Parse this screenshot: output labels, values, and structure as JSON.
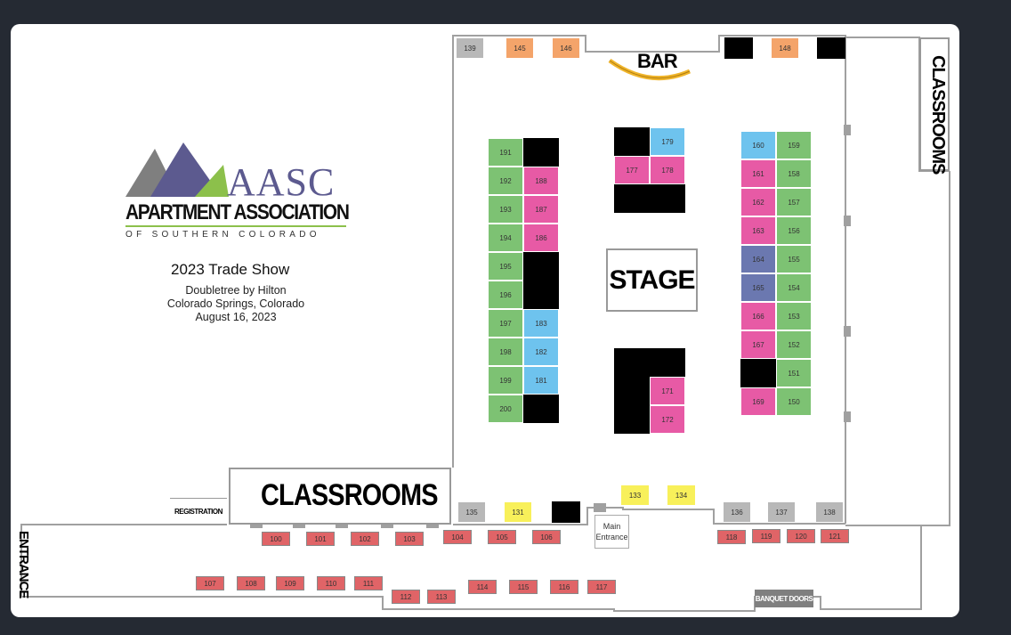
{
  "header": {
    "org_short": "AASC",
    "org_name": "APARTMENT ASSOCIATION",
    "org_region": "OF SOUTHERN COLORADO",
    "event_title": "2023 Trade Show",
    "venue": "Doubletree by Hilton",
    "city": "Colorado Springs, Colorado",
    "date": "August 16, 2023"
  },
  "labels": {
    "stage": "STAGE",
    "bar": "BAR",
    "classrooms_main": "CLASSROOMS",
    "classrooms_side": "CLASSROOMS",
    "registration": "REGISTRATION",
    "entrance": "ENTRANCE",
    "main_entrance_line1": "Main",
    "main_entrance_line2": "Entrance",
    "banquet_doors": "BANQUET DOORS"
  },
  "colors": {
    "green": "#7dc273",
    "pink": "#e75aa5",
    "blue": "#6ec3ee",
    "slate": "#6b78b0",
    "black": "#000000",
    "gray": "#b8b8b8",
    "orange": "#f4a46a",
    "yellow": "#f8f05a",
    "red": "#e06467",
    "wall": "#a0a0a0",
    "bar_curve": "#f0b52b"
  },
  "booths": [
    {
      "id": "139",
      "color": "gray"
    },
    {
      "id": "145",
      "color": "orange"
    },
    {
      "id": "146",
      "color": "orange"
    },
    {
      "id": "",
      "color": "black"
    },
    {
      "id": "148",
      "color": "orange"
    },
    {
      "id": "",
      "color": "black"
    },
    {
      "id": "191",
      "color": "green"
    },
    {
      "id": "",
      "color": "black"
    },
    {
      "id": "192",
      "color": "green"
    },
    {
      "id": "188",
      "color": "pink"
    },
    {
      "id": "193",
      "color": "green"
    },
    {
      "id": "187",
      "color": "pink"
    },
    {
      "id": "194",
      "color": "green"
    },
    {
      "id": "186",
      "color": "pink"
    },
    {
      "id": "195",
      "color": "green"
    },
    {
      "id": "",
      "color": "black"
    },
    {
      "id": "196",
      "color": "green"
    },
    {
      "id": "",
      "color": "black"
    },
    {
      "id": "197",
      "color": "green"
    },
    {
      "id": "183",
      "color": "blue"
    },
    {
      "id": "198",
      "color": "green"
    },
    {
      "id": "182",
      "color": "blue"
    },
    {
      "id": "199",
      "color": "green"
    },
    {
      "id": "181",
      "color": "blue"
    },
    {
      "id": "200",
      "color": "green"
    },
    {
      "id": "",
      "color": "black"
    },
    {
      "id": "",
      "color": "black"
    },
    {
      "id": "179",
      "color": "blue"
    },
    {
      "id": "177",
      "color": "pink"
    },
    {
      "id": "178",
      "color": "pink"
    },
    {
      "id": "",
      "color": "black"
    },
    {
      "id": "",
      "color": "black"
    },
    {
      "id": "171",
      "color": "pink"
    },
    {
      "id": "172",
      "color": "pink"
    },
    {
      "id": "160",
      "color": "blue"
    },
    {
      "id": "159",
      "color": "green"
    },
    {
      "id": "161",
      "color": "pink"
    },
    {
      "id": "158",
      "color": "green"
    },
    {
      "id": "162",
      "color": "pink"
    },
    {
      "id": "157",
      "color": "green"
    },
    {
      "id": "163",
      "color": "pink"
    },
    {
      "id": "156",
      "color": "green"
    },
    {
      "id": "164",
      "color": "slate"
    },
    {
      "id": "155",
      "color": "green"
    },
    {
      "id": "165",
      "color": "slate"
    },
    {
      "id": "154",
      "color": "green"
    },
    {
      "id": "166",
      "color": "pink"
    },
    {
      "id": "153",
      "color": "green"
    },
    {
      "id": "167",
      "color": "pink"
    },
    {
      "id": "152",
      "color": "green"
    },
    {
      "id": "",
      "color": "black"
    },
    {
      "id": "151",
      "color": "green"
    },
    {
      "id": "169",
      "color": "pink"
    },
    {
      "id": "150",
      "color": "green"
    },
    {
      "id": "133",
      "color": "yellow"
    },
    {
      "id": "134",
      "color": "yellow"
    },
    {
      "id": "135",
      "color": "gray"
    },
    {
      "id": "131",
      "color": "yellow"
    },
    {
      "id": "",
      "color": "black"
    },
    {
      "id": "136",
      "color": "gray"
    },
    {
      "id": "137",
      "color": "gray"
    },
    {
      "id": "138",
      "color": "gray"
    },
    {
      "id": "100",
      "color": "red"
    },
    {
      "id": "101",
      "color": "red"
    },
    {
      "id": "102",
      "color": "red"
    },
    {
      "id": "103",
      "color": "red"
    },
    {
      "id": "104",
      "color": "red"
    },
    {
      "id": "105",
      "color": "red"
    },
    {
      "id": "106",
      "color": "red"
    },
    {
      "id": "118",
      "color": "red"
    },
    {
      "id": "119",
      "color": "red"
    },
    {
      "id": "120",
      "color": "red"
    },
    {
      "id": "121",
      "color": "red"
    },
    {
      "id": "107",
      "color": "red"
    },
    {
      "id": "108",
      "color": "red"
    },
    {
      "id": "109",
      "color": "red"
    },
    {
      "id": "110",
      "color": "red"
    },
    {
      "id": "111",
      "color": "red"
    },
    {
      "id": "112",
      "color": "red"
    },
    {
      "id": "113",
      "color": "red"
    },
    {
      "id": "114",
      "color": "red"
    },
    {
      "id": "115",
      "color": "red"
    },
    {
      "id": "116",
      "color": "red"
    },
    {
      "id": "117",
      "color": "red"
    }
  ]
}
